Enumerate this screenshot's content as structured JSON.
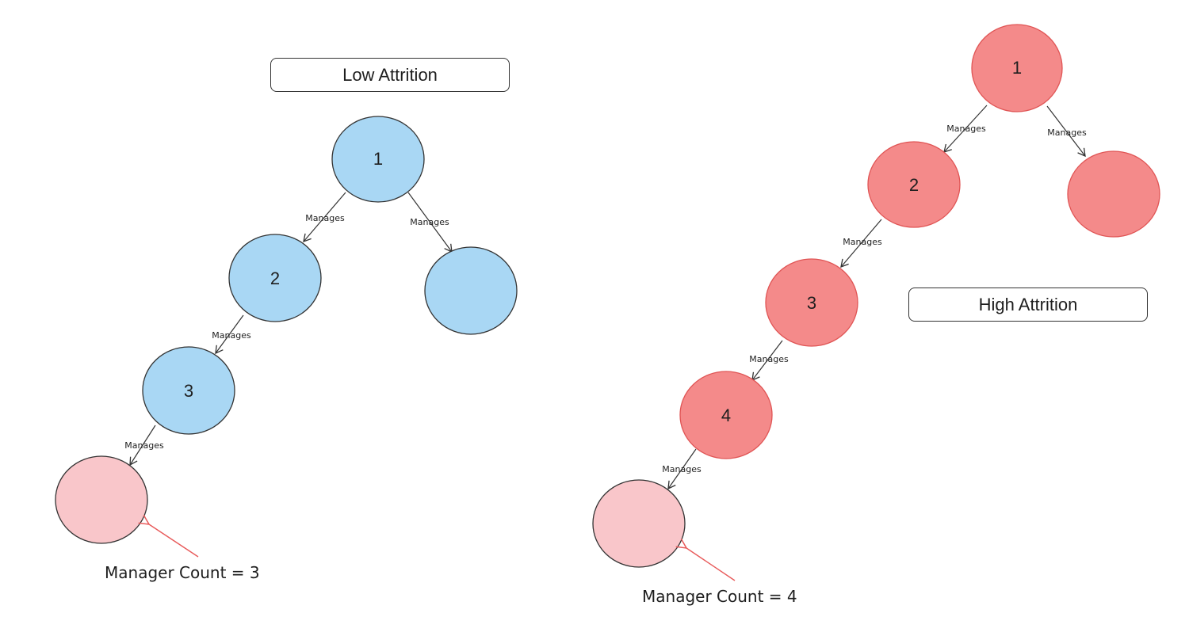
{
  "colors": {
    "low_node": "#a9d7f4",
    "high_node": "#f48a8a",
    "leaf_node": "#f9c6ca",
    "stroke": "#333333",
    "high_stroke": "#e05555",
    "pointer": "#e85a5a"
  },
  "diagrams": [
    {
      "id": "low",
      "title": "Low Attrition",
      "edge_label": "Manages",
      "nodes": [
        {
          "id": "l1",
          "label": "1"
        },
        {
          "id": "l2",
          "label": "2"
        },
        {
          "id": "l3",
          "label": "3"
        },
        {
          "id": "l4",
          "label": ""
        },
        {
          "id": "lr",
          "label": ""
        }
      ],
      "edges": [
        {
          "from": "l1",
          "to": "l2",
          "label": "Manages"
        },
        {
          "from": "l1",
          "to": "lr",
          "label": "Manages"
        },
        {
          "from": "l2",
          "to": "l3",
          "label": "Manages"
        },
        {
          "from": "l3",
          "to": "l4",
          "label": "Manages"
        }
      ],
      "annotation": "Manager Count = 3"
    },
    {
      "id": "high",
      "title": "High Attrition",
      "edge_label": "Manages",
      "nodes": [
        {
          "id": "h1",
          "label": "1"
        },
        {
          "id": "h2",
          "label": "2"
        },
        {
          "id": "h3",
          "label": "3"
        },
        {
          "id": "h4",
          "label": "4"
        },
        {
          "id": "h5",
          "label": ""
        },
        {
          "id": "hr",
          "label": ""
        }
      ],
      "edges": [
        {
          "from": "h1",
          "to": "h2",
          "label": "Manages"
        },
        {
          "from": "h1",
          "to": "hr",
          "label": "Manages"
        },
        {
          "from": "h2",
          "to": "h3",
          "label": "Manages"
        },
        {
          "from": "h3",
          "to": "h4",
          "label": "Manages"
        },
        {
          "from": "h4",
          "to": "h5",
          "label": "Manages"
        }
      ],
      "annotation": "Manager Count = 4"
    }
  ]
}
